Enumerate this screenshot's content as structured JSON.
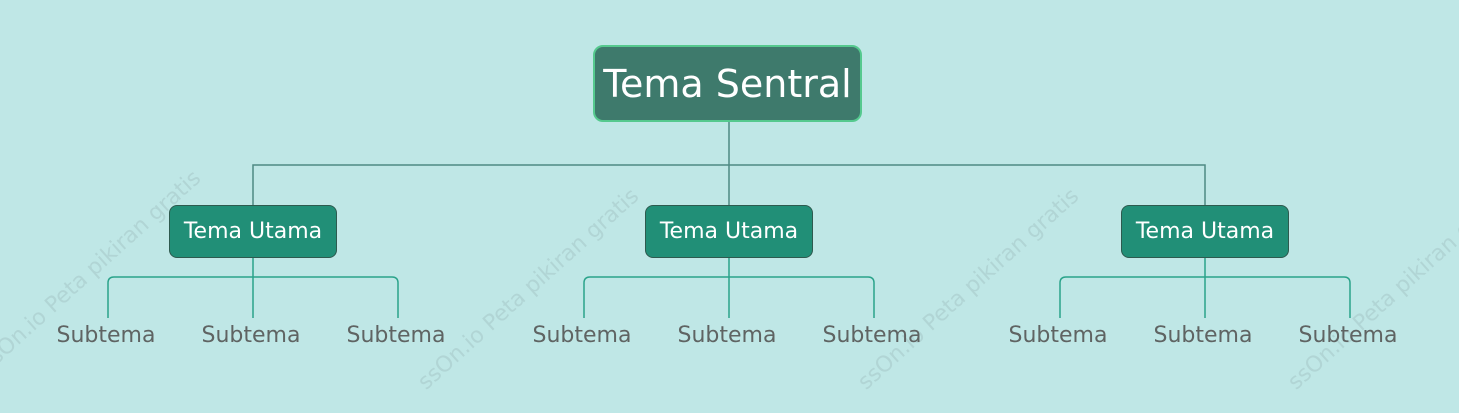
{
  "central": {
    "label": "Tema Sentral"
  },
  "watermark": "ssOn.io Peta pikiran gratis",
  "branches": [
    {
      "label": "Tema Utama",
      "subtopics": [
        "Subtema",
        "Subtema",
        "Subtema"
      ]
    },
    {
      "label": "Tema Utama",
      "subtopics": [
        "Subtema",
        "Subtema",
        "Subtema"
      ]
    },
    {
      "label": "Tema Utama",
      "subtopics": [
        "Subtema",
        "Subtema",
        "Subtema"
      ]
    }
  ],
  "colors": {
    "background": "#bfe7e6",
    "central_fill": "#3e7a6c",
    "central_border": "#55c98e",
    "main_fill": "#218f77",
    "connector_main": "#4f8a84",
    "connector_sub": "#2aa38a",
    "subtopic_text": "#5f6463"
  }
}
